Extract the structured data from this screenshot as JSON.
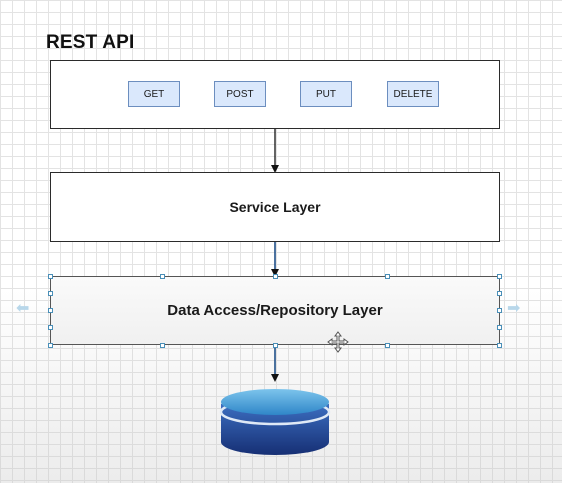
{
  "diagram": {
    "title": "REST API",
    "methods": [
      {
        "label": "GET"
      },
      {
        "label": "POST"
      },
      {
        "label": "PUT"
      },
      {
        "label": "DELETE"
      }
    ],
    "service_layer": "Service Layer",
    "data_access_layer": "Data Access/Repository Layer",
    "database_icon": "database-cylinder-icon",
    "selection_icon": "move-icon"
  },
  "colors": {
    "method_fill": "#dae8fc",
    "method_border": "#6c8ebf",
    "db_top": "#4fa3d8",
    "db_body": "#1f3f8f",
    "selection": "#4a8fb8"
  }
}
